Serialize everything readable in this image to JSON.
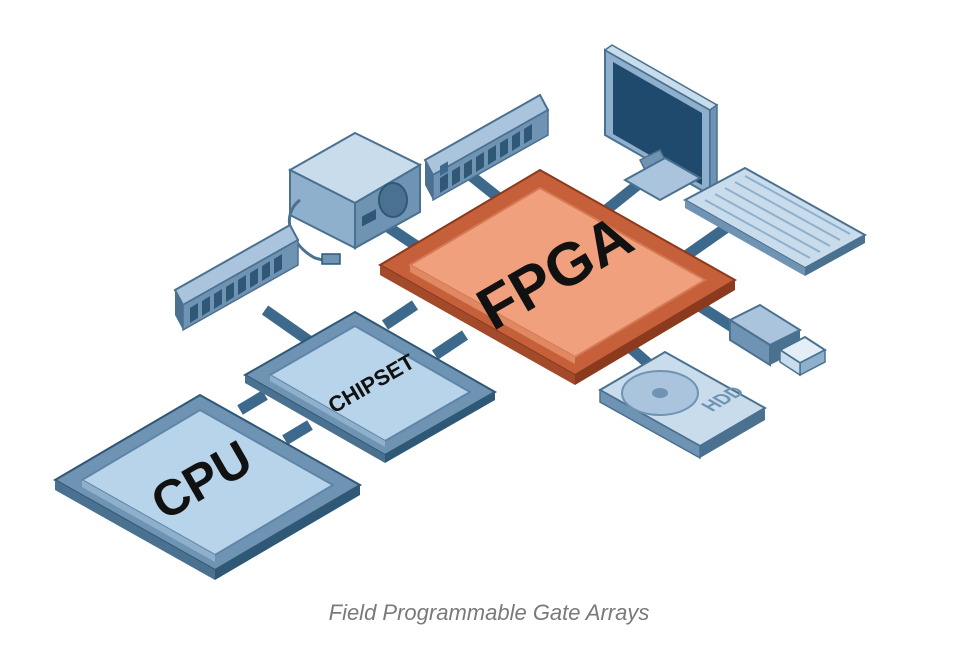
{
  "caption": "Field Programmable Gate Arrays",
  "chips": {
    "fpga": "FPGA",
    "chipset": "CHIPSET",
    "cpu": "CPU"
  },
  "hdd_label": "HDD",
  "colors": {
    "fpga": "#f1a07e",
    "fpga_dark": "#c5603a",
    "chip": "#b8d4ea",
    "chip_dark": "#5f86a8",
    "bus": "#3d6a8c",
    "device": "#a9c4dc",
    "device_dark": "#4b7191",
    "caption": "#7a7a7a"
  }
}
